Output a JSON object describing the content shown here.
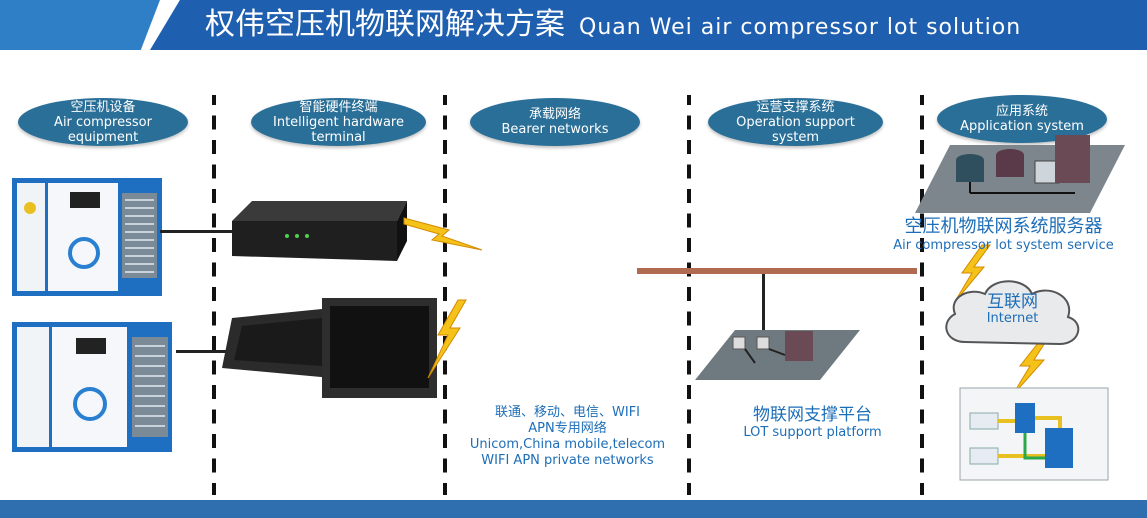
{
  "header": {
    "title_cn": "权伟空压机物联网解决方案",
    "title_en": "Quan Wei air compressor lot solution"
  },
  "columns": [
    {
      "cn": "空压机设备",
      "en1": "Air compressor",
      "en2": "equipment"
    },
    {
      "cn": "智能硬件终端",
      "en1": "Intelligent hardware",
      "en2": "terminal"
    },
    {
      "cn": "承载网络",
      "en1": "Bearer networks",
      "en2": ""
    },
    {
      "cn": "运营支撑系统",
      "en1": "Operation support",
      "en2": "system"
    },
    {
      "cn": "应用系统",
      "en1": "Application system",
      "en2": ""
    }
  ],
  "bearer_text": {
    "line1": "联通、移动、电信、WIFI",
    "line2": "APN专用网络",
    "line3": "Unicom,China mobile,telecom",
    "line4": "WIFI APN private networks"
  },
  "platform": {
    "cn": "物联网支撑平台",
    "en": "LOT support platform"
  },
  "server": {
    "cn": "空压机物联网系统服务器",
    "en": "Air compressor lot system service"
  },
  "internet": {
    "cn": "互联网",
    "en": "Internet"
  },
  "colors": {
    "header": "#1f5fb0",
    "pill": "#2a6f98",
    "accent_text": "#1d6eb8",
    "bus": "#b06a4f",
    "lightning": "#f5c21a"
  }
}
